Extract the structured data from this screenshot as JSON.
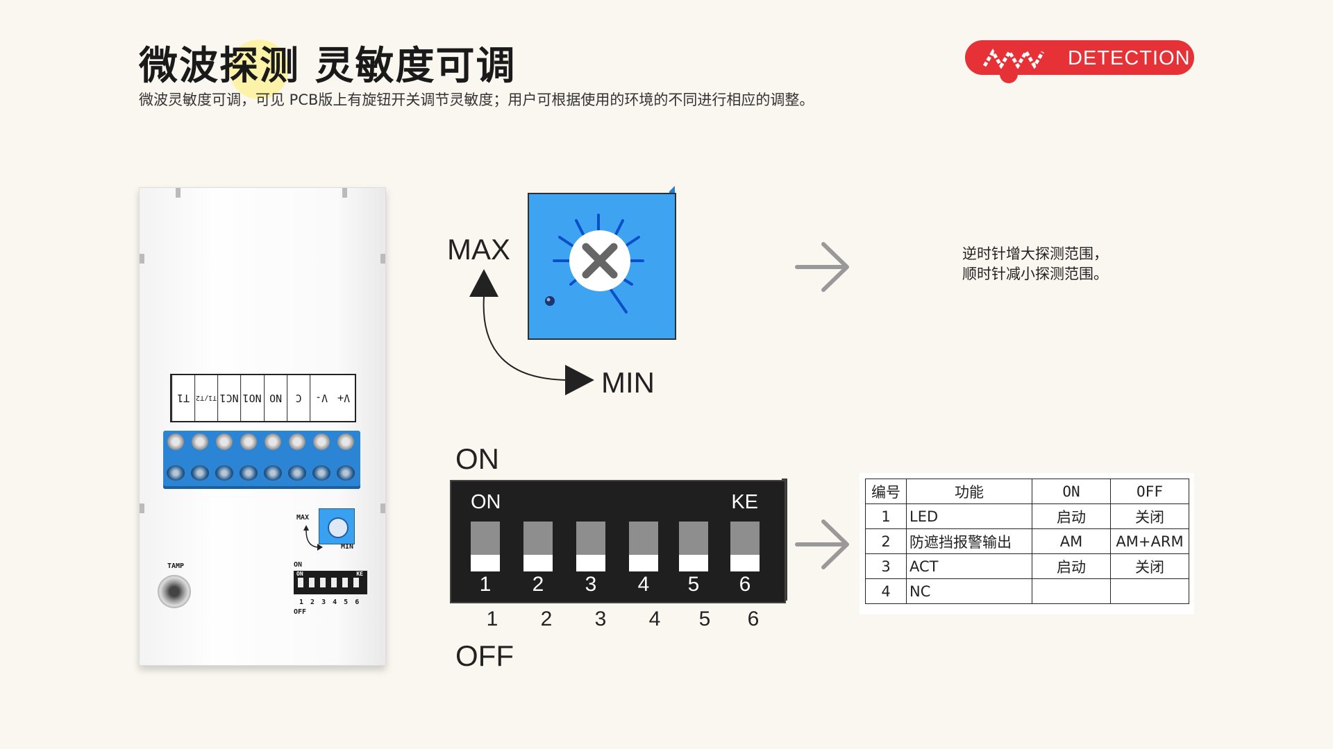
{
  "header": {
    "title_part1": "微波",
    "title_part2": "探测",
    "title_part3": " 灵敏度可调",
    "subtitle": "微波灵敏度可调，可见 PCB版上有旋钮开关调节灵敏度；用户可根据使用的环境的不同进行相应的调整。",
    "badge_text": "DETECTION"
  },
  "device": {
    "terminal_labels": [
      "T1",
      "T1/T2",
      "NC1",
      "NO1",
      "NO",
      "C",
      "V-",
      "V+"
    ],
    "mini_knob_max": "MAX",
    "mini_knob_min": "MIN",
    "mini_dip_on": "ON",
    "mini_dip_ke": "KE",
    "mini_dip_numbers": "1 2 3 4 5 6",
    "mini_dip_off": "OFF",
    "tamp_label": "TAMP"
  },
  "knob_diagram": {
    "max_label": "MAX",
    "min_label": "MIN",
    "description_line1": "逆时针增大探测范围，",
    "description_line2": "顺时针减小探测范围。"
  },
  "dip_switch": {
    "on_label_outer": "ON",
    "off_label_outer": "OFF",
    "on_label_inner": "ON",
    "ke_label": "KE",
    "numbers": [
      "1",
      "2",
      "3",
      "4",
      "5",
      "6"
    ]
  },
  "function_table": {
    "headers": [
      "编号",
      "功能",
      "ON",
      "OFF"
    ],
    "rows": [
      [
        "1",
        "LED",
        "启动",
        "关闭"
      ],
      [
        "2",
        "防遮挡报警输出",
        "AM",
        "AM+ARM"
      ],
      [
        "3",
        "ACT",
        "启动",
        "关闭"
      ],
      [
        "4",
        "NC",
        "",
        ""
      ]
    ]
  },
  "colors": {
    "badge_red": "#e63136",
    "knob_blue": "#3ea4f2",
    "terminal_blue": "#2b84d4"
  }
}
